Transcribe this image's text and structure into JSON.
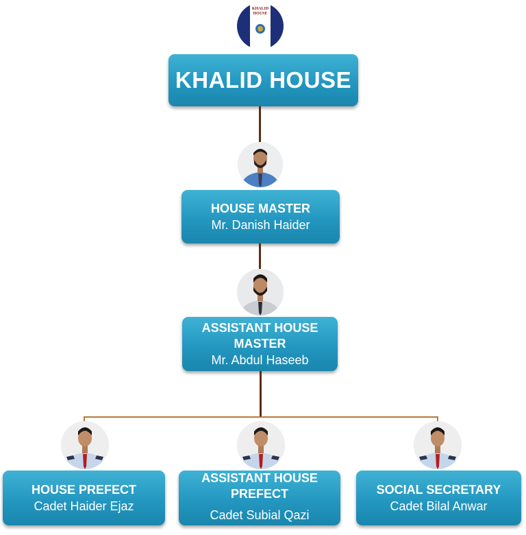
{
  "logo": {
    "line1": "KHALID",
    "line2": "HOUSE"
  },
  "title": "KHALID HOUSE",
  "house_master": {
    "role": "HOUSE MASTER",
    "name": "Mr. Danish Haider"
  },
  "assistant_house_master": {
    "role_line1": "ASSISTANT HOUSE",
    "role_line2": "MASTER",
    "name": "Mr. Abdul Haseeb"
  },
  "house_prefect": {
    "role": "HOUSE PREFECT",
    "name": "Cadet Haider Ejaz"
  },
  "assistant_house_prefect": {
    "role_line1": "ASSISTANT HOUSE",
    "role_line2": "PREFECT",
    "name": "Cadet Subial Qazi"
  },
  "social_secretary": {
    "role": "SOCIAL SECRETARY",
    "name": "Cadet Bilal Anwar"
  },
  "colors": {
    "box": "#2397c0",
    "connector_vertical": "#5a2d12",
    "connector_horizontal": "#b5793c"
  }
}
